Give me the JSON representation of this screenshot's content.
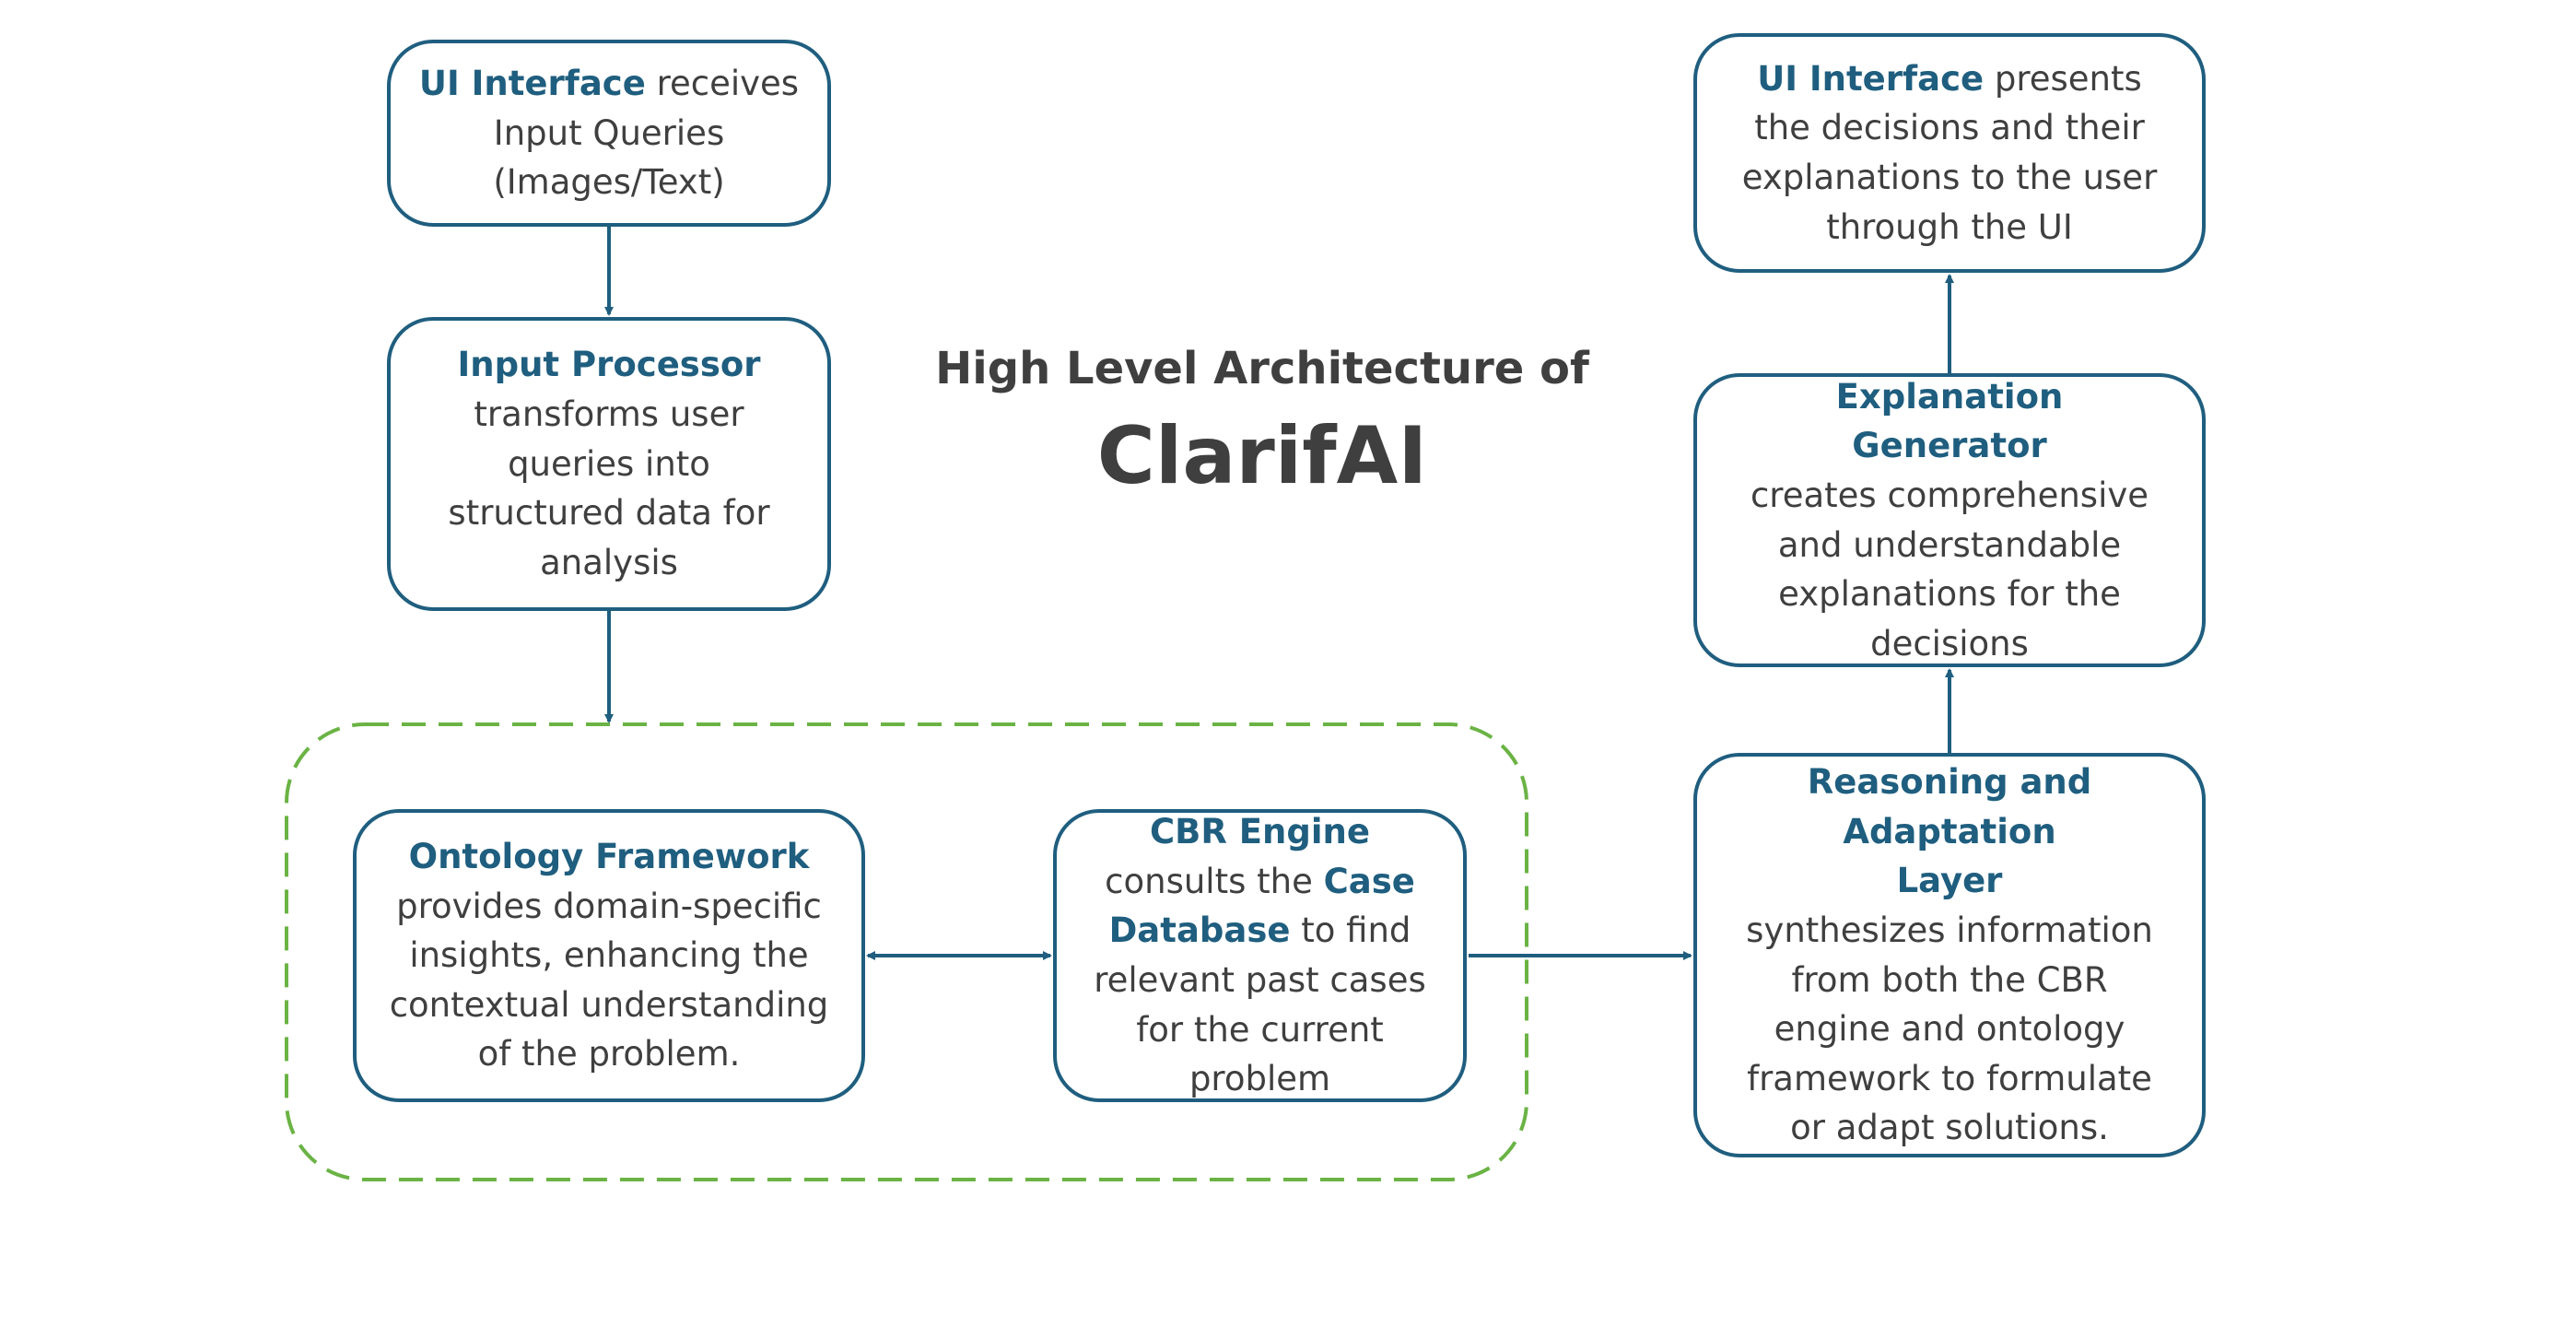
{
  "title": {
    "subtitle": "High Level Architecture of",
    "main": "ClarifAI"
  },
  "colors": {
    "box_border": "#1f5e7f",
    "highlight": "#1f5e7f",
    "body_text": "#3f3f3f",
    "group_dash": "#6ab344",
    "arrow": "#1f5e7f"
  },
  "nodes": {
    "ui_input": {
      "keyword": "UI Interface",
      "text": " receives Input Queries (Images/Text)"
    },
    "input_processor": {
      "keyword": "Input Processor",
      "text": "transforms user queries into structured data for analysis"
    },
    "ontology": {
      "keyword": "Ontology Framework",
      "text": "provides domain-specific insights, enhancing the contextual understanding of the problem."
    },
    "cbr_engine": {
      "keyword": "CBR Engine",
      "text_a": " consults the ",
      "keyword2": "Case Database",
      "text_b": " to find relevant past cases for the current problem"
    },
    "reasoning": {
      "keyword": "Reasoning and Adaptation Layer",
      "text": "synthesizes information from both the CBR engine and ontology framework to formulate or adapt solutions."
    },
    "explanation": {
      "keyword": "Explanation Generator",
      "text": "creates comprehensive and understandable explanations for the decisions"
    },
    "ui_output": {
      "keyword": "UI Interface",
      "text": " presents the decisions and their explanations to the user through the UI"
    }
  }
}
